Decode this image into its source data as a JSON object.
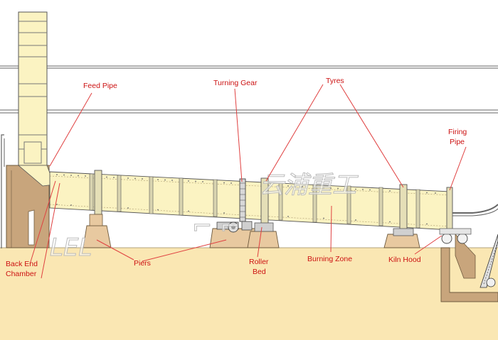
{
  "labels": {
    "feed_pipe": "Feed Pipe",
    "turning_gear": "Turning Gear",
    "tyres": "Tyres",
    "firing_pipe_line1": "Firing",
    "firing_pipe_line2": "Pipe",
    "back_end_line1": "Back End",
    "back_end_line2": "Chamber",
    "piers": "Piers",
    "roller_line1": "Roller",
    "roller_line2": "Bed",
    "burning_zone": "Burning Zone",
    "kiln_hood": "Kiln Hood"
  },
  "watermark": {
    "latin": "LEL",
    "cjk": "云浦重工"
  },
  "colors": {
    "ground": "#fae7b3",
    "shell": "#fbf3c2",
    "piers": "#e8c9a0",
    "back_end": "#c8a57c",
    "label_red": "#cc1111",
    "leader_red": "#e04040"
  }
}
